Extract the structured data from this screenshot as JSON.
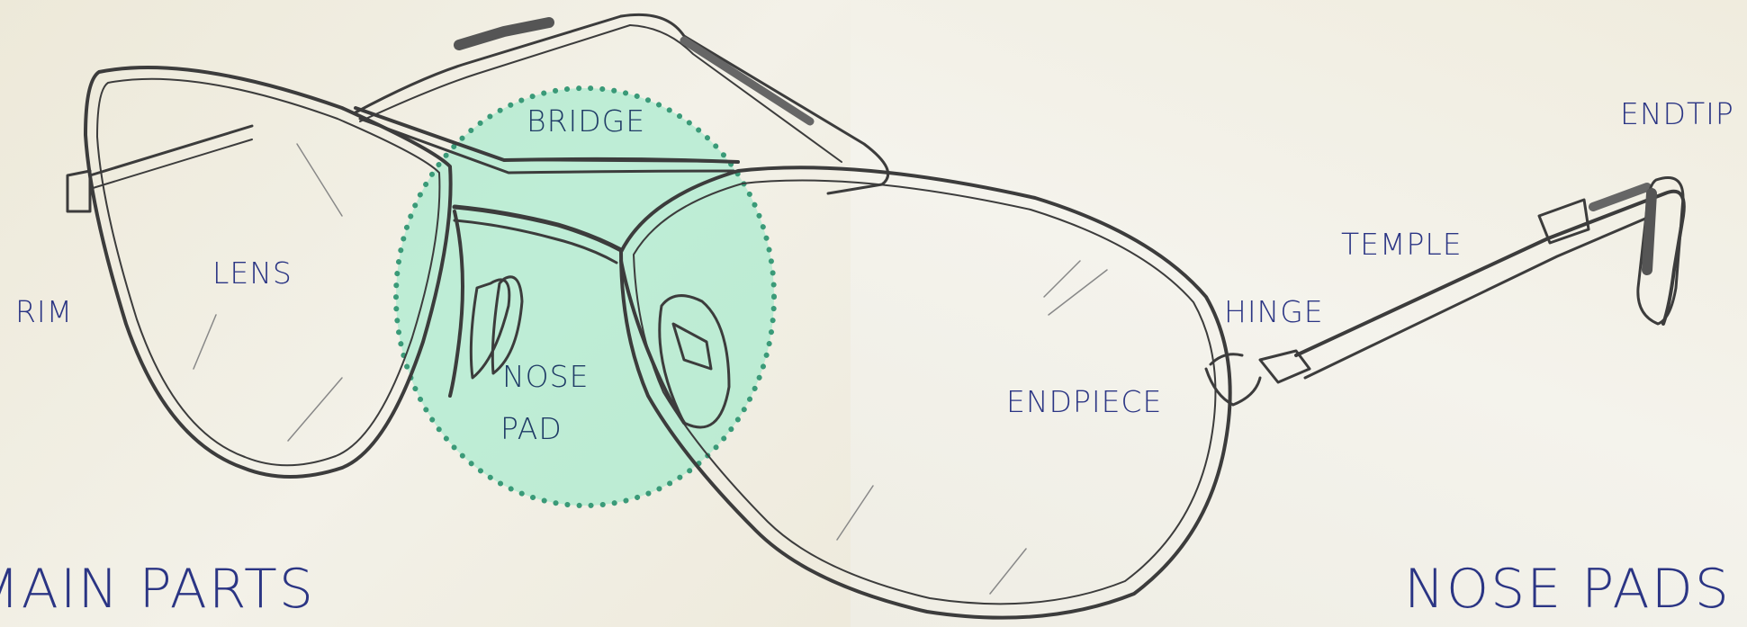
{
  "labels": {
    "bridge": "BRIDGE",
    "lens": "LENS",
    "rim": "RIM",
    "nose_pad_line1": "NOSE",
    "nose_pad_line2": "PAD",
    "endpiece": "ENDPIECE",
    "hinge": "HINGE",
    "temple": "TEMPLE",
    "endtip": "ENDTIP"
  },
  "headings": {
    "left": "MAIN PARTS",
    "right": "NOSE PADS"
  },
  "colors": {
    "label_text": "#2b3584",
    "highlight_fill": "#7ee8c0",
    "highlight_dots": "#3a9a78",
    "sketch_line": "#3c3c3c",
    "background": "#f1efe6"
  }
}
